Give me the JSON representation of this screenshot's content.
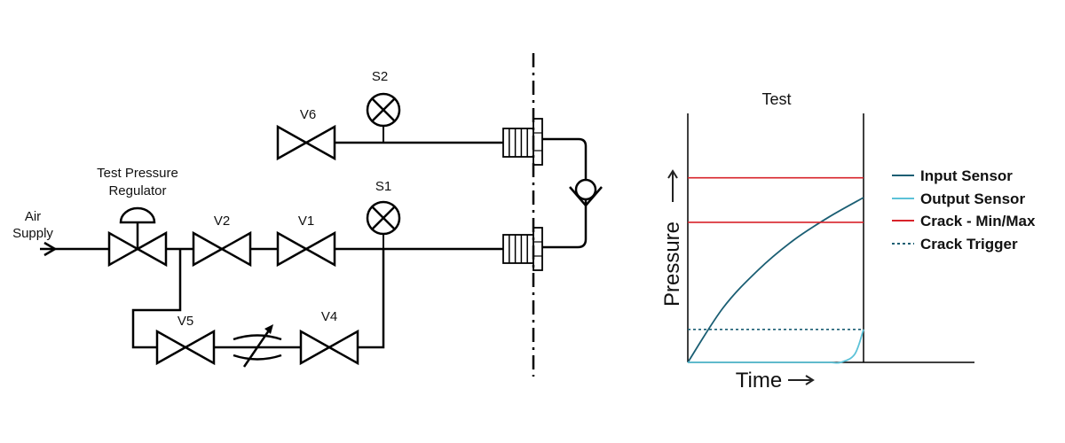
{
  "schematic": {
    "inlet_label_line1": "Air",
    "inlet_label_line2": "Supply",
    "regulator_label_line1": "Test Pressure",
    "regulator_label_line2": "Regulator",
    "valves": {
      "v1": "V1",
      "v2": "V2",
      "v4": "V4",
      "v5": "V5",
      "v6": "V6"
    },
    "sensors": {
      "s1": "S1",
      "s2": "S2"
    }
  },
  "chart": {
    "title": "Test",
    "xlabel": "Time",
    "ylabel": "Pressure"
  },
  "legend": [
    {
      "label": "Input Sensor",
      "color": "#1a5e73",
      "style": "solid"
    },
    {
      "label": "Output Sensor",
      "color": "#5cc2d8",
      "style": "solid"
    },
    {
      "label": "Crack - Min/Max",
      "color": "#d8232a",
      "style": "solid"
    },
    {
      "label": "Crack Trigger",
      "color": "#1a5e73",
      "style": "dotted"
    }
  ],
  "chart_data": {
    "type": "line",
    "title": "Test",
    "xlabel": "Time",
    "ylabel": "Pressure",
    "axis_ticks_shown": false,
    "grid": false,
    "legend_position": "right",
    "test_window": {
      "start": 0,
      "end": 1
    },
    "series": [
      {
        "name": "Input Sensor",
        "x": [
          0,
          0.2,
          0.4,
          0.6,
          0.8,
          1.0
        ],
        "values": [
          0,
          0.33,
          0.56,
          0.74,
          0.88,
          1.0
        ]
      },
      {
        "name": "Output Sensor",
        "x": [
          0,
          0.2,
          0.4,
          0.6,
          0.8,
          0.87,
          0.95,
          1.0
        ],
        "values": [
          0,
          0,
          0,
          0,
          0,
          0,
          0.05,
          0.2
        ]
      },
      {
        "name": "Crack - Min/Max",
        "kind": "hline",
        "values": [
          1.12,
          0.85
        ]
      },
      {
        "name": "Crack Trigger",
        "kind": "hline",
        "values": [
          0.2
        ]
      }
    ]
  }
}
